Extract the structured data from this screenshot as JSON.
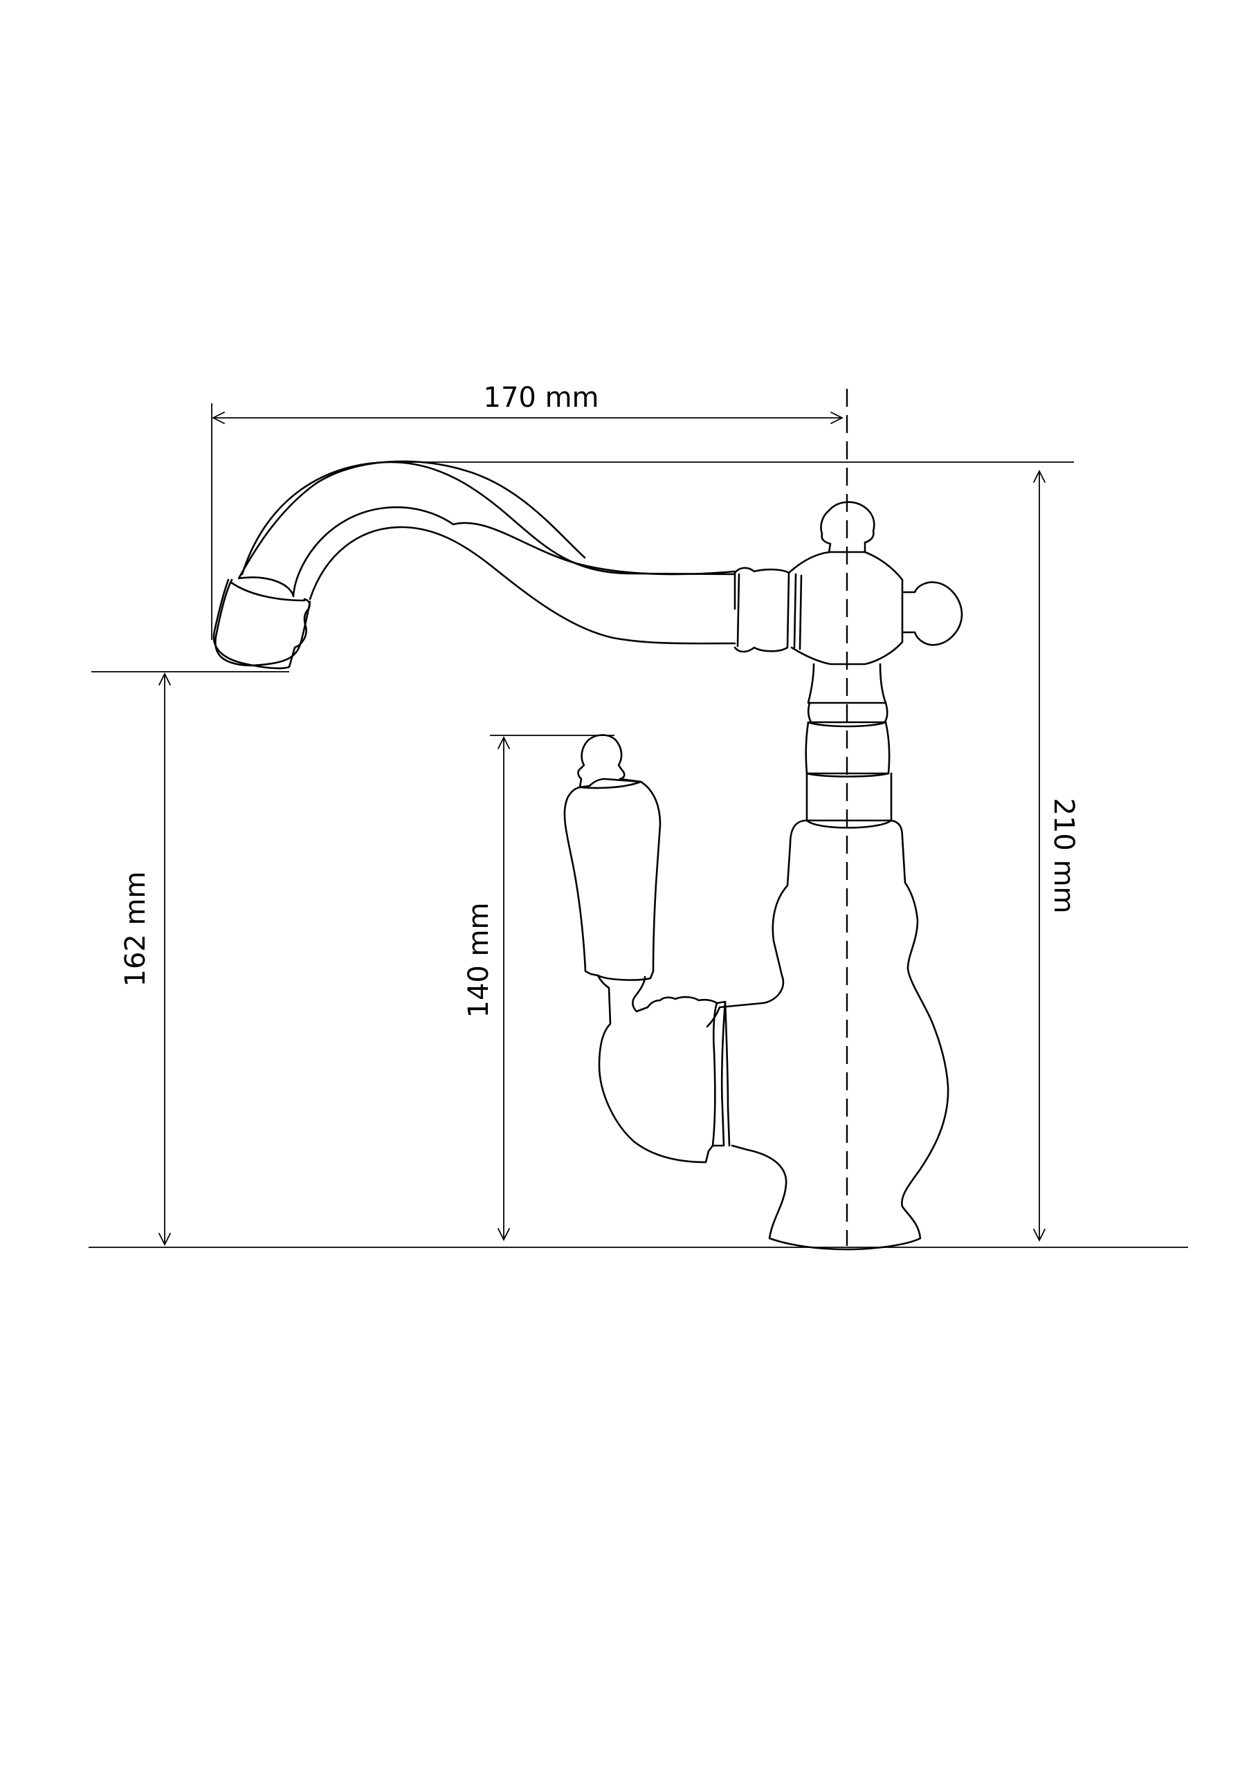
{
  "dimensions": {
    "spout_reach": "170 mm",
    "total_height": "210 mm",
    "spout_height": "162 mm",
    "handle_height": "140 mm"
  },
  "colors": {
    "line": "#000000",
    "background": "#ffffff"
  }
}
